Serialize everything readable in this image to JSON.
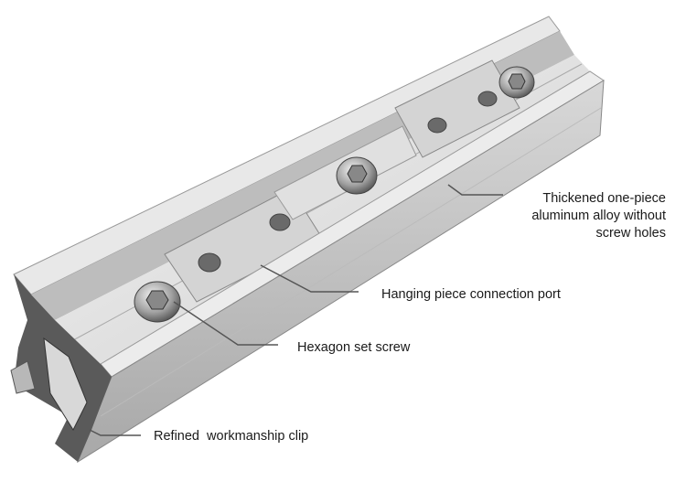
{
  "annotations": {
    "thickened": [
      "Thickened one-piece",
      "aluminum alloy without",
      "screw holes"
    ],
    "hanging": "Hanging piece connection port",
    "hexagon": "Hexagon set screw",
    "clip": "Refined  workmanship clip"
  },
  "colors": {
    "text": "#1a1a1a",
    "leader_line": "#555555",
    "aluminum_light": "#e6e6e6",
    "aluminum_mid": "#c8c8c8",
    "aluminum_dark": "#7a7a7a"
  }
}
